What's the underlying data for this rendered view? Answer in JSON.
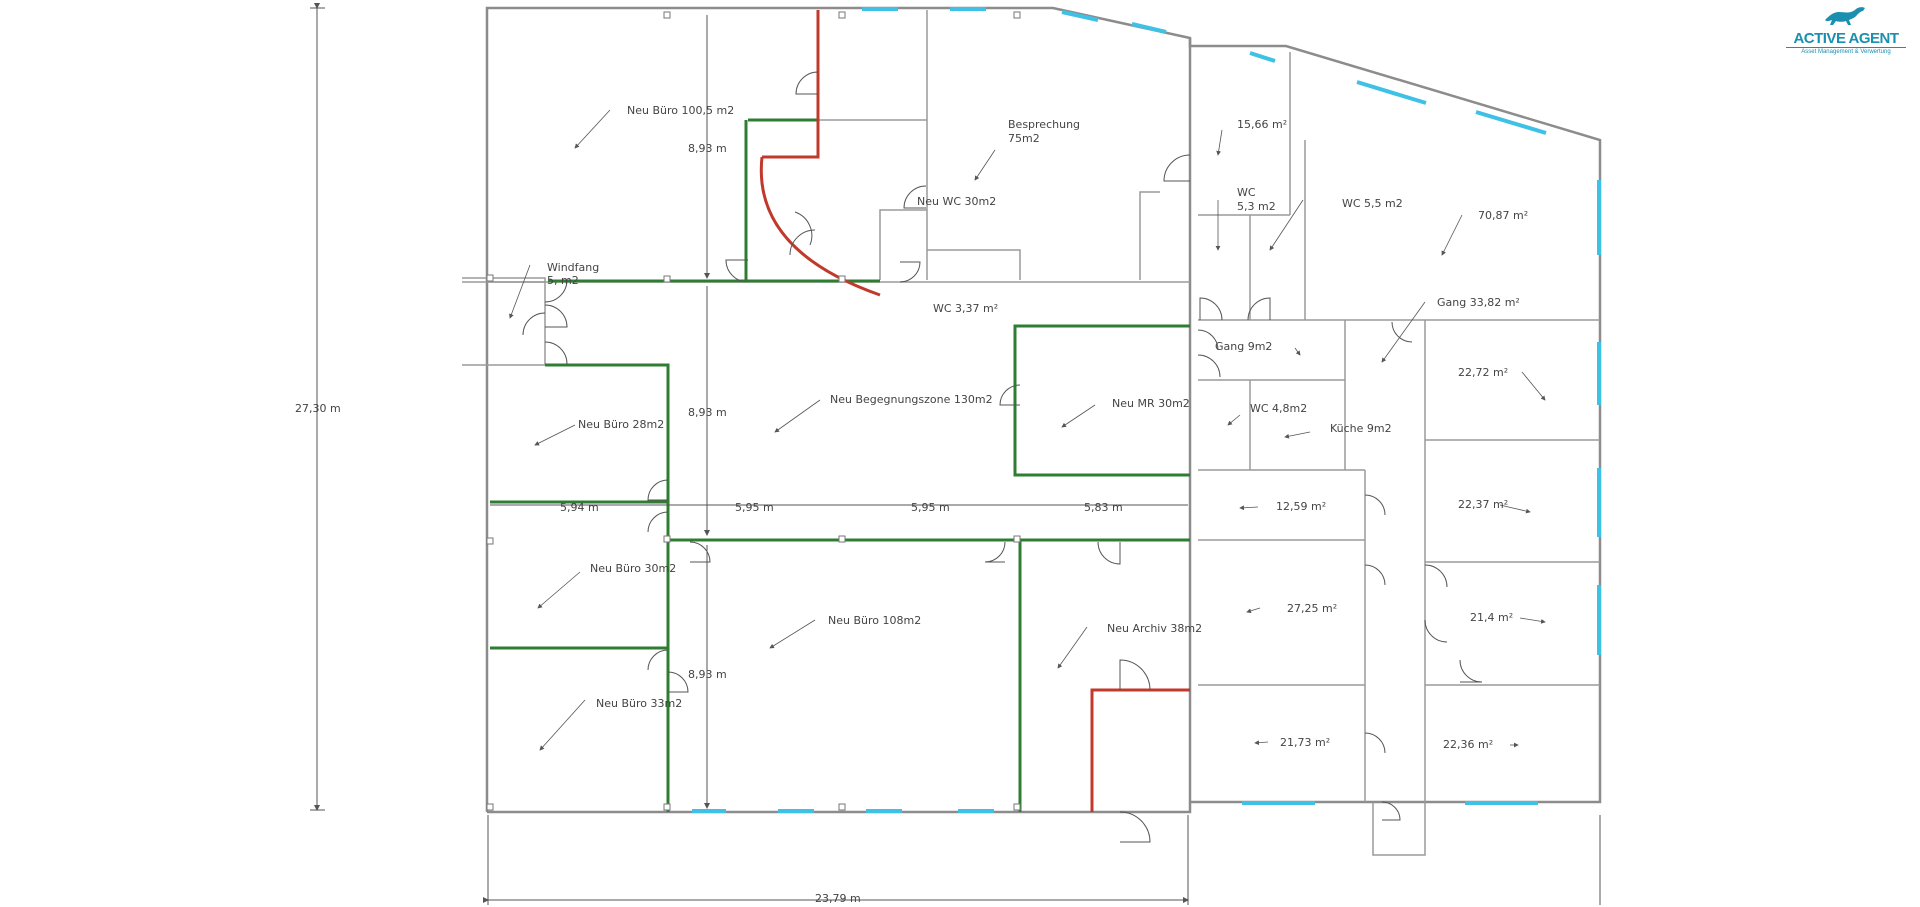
{
  "logo": {
    "name": "ACTIVE AGENT",
    "tagline": "Asset Management & Verwertung",
    "icon": "horse-icon",
    "color": "#1b8fb0"
  },
  "colors": {
    "wall": "#9a9a9a",
    "new_wall": "#2e7d32",
    "demolish": "#c0392b",
    "window": "#3fc1e6",
    "dimension": "#555555"
  },
  "rooms": [
    {
      "id": "neu-buero-100",
      "lines": [
        "Neu Büro 100,5 m2"
      ]
    },
    {
      "id": "besprechung",
      "lines": [
        "Besprechung",
        "75m2"
      ]
    },
    {
      "id": "neu-wc-30",
      "lines": [
        "Neu WC 30m2"
      ]
    },
    {
      "id": "wc-337",
      "lines": [
        "WC 3,37 m²"
      ]
    },
    {
      "id": "windfang",
      "lines": [
        "Windfang",
        "5, m2"
      ]
    },
    {
      "id": "neu-begegnungszone",
      "lines": [
        "Neu Begegnungszone 130m2"
      ]
    },
    {
      "id": "neu-mr",
      "lines": [
        "Neu MR 30m2"
      ]
    },
    {
      "id": "neu-buero-28",
      "lines": [
        "Neu Büro 28m2"
      ]
    },
    {
      "id": "neu-buero-30",
      "lines": [
        "Neu Büro 30m2"
      ]
    },
    {
      "id": "neu-buero-108",
      "lines": [
        "Neu Büro 108m2"
      ]
    },
    {
      "id": "neu-archiv",
      "lines": [
        "Neu Archiv 38m2"
      ]
    },
    {
      "id": "neu-buero-33",
      "lines": [
        "Neu Büro 33m2"
      ]
    },
    {
      "id": "r-1566",
      "lines": [
        "15,66 m²"
      ]
    },
    {
      "id": "wc-53",
      "lines": [
        "WC",
        "5,3 m2"
      ]
    },
    {
      "id": "wc-55",
      "lines": [
        "WC 5,5 m2"
      ]
    },
    {
      "id": "r-7087",
      "lines": [
        "70,87 m²"
      ]
    },
    {
      "id": "gang-3382",
      "lines": [
        "Gang 33,82 m²"
      ]
    },
    {
      "id": "gang-9",
      "lines": [
        "Gang 9m2"
      ]
    },
    {
      "id": "r-2272",
      "lines": [
        "22,72 m²"
      ]
    },
    {
      "id": "wc-48",
      "lines": [
        "WC 4,8m2"
      ]
    },
    {
      "id": "kueche",
      "lines": [
        "Küche 9m2"
      ]
    },
    {
      "id": "r-1259",
      "lines": [
        "12,59 m²"
      ]
    },
    {
      "id": "r-2237",
      "lines": [
        "22,37 m²"
      ]
    },
    {
      "id": "r-2725",
      "lines": [
        "27,25 m²"
      ]
    },
    {
      "id": "r-214",
      "lines": [
        "21,4 m²"
      ]
    },
    {
      "id": "r-2173",
      "lines": [
        "21,73 m²"
      ]
    },
    {
      "id": "r-2236",
      "lines": [
        "22,36 m²"
      ]
    }
  ],
  "dimensions": [
    {
      "id": "total-height",
      "text": "27,30 m"
    },
    {
      "id": "total-width",
      "text": "23,79 m"
    },
    {
      "id": "upper-height",
      "text": "8,93 m"
    },
    {
      "id": "middle-height",
      "text": "8,93 m"
    },
    {
      "id": "lower-height",
      "text": "8,93 m"
    },
    {
      "id": "w-594",
      "text": "5,94 m"
    },
    {
      "id": "w-595a",
      "text": "5,95 m"
    },
    {
      "id": "w-595b",
      "text": "5,95 m"
    },
    {
      "id": "w-583",
      "text": "5,83 m"
    }
  ]
}
